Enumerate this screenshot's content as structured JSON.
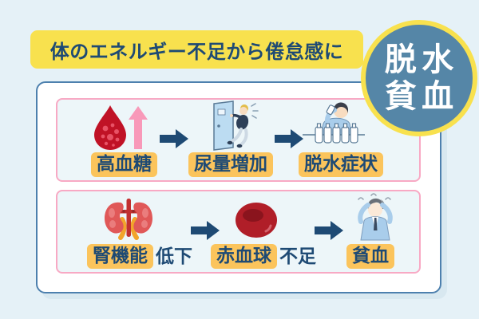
{
  "page": {
    "background_color": "#e5f1f7"
  },
  "title_banner": {
    "text": "体のエネルギー不足から倦怠感に",
    "bg_color": "#f8e14e",
    "text_color": "#1e4a74"
  },
  "badge": {
    "line1": "脱水",
    "line2": "貧血",
    "bg_color": "#5586a7",
    "border_color": "#f8e14e",
    "text_color": "#ffffff"
  },
  "rows": [
    {
      "name": "dehydration-flow",
      "steps": [
        {
          "icon": "blood-sugar-rise-icon",
          "label": "高血糖"
        },
        {
          "icon": "toilet-rush-door-icon",
          "label": "尿量増加"
        },
        {
          "icon": "drinking-water-icon",
          "label": "脱水症状"
        }
      ]
    },
    {
      "name": "anemia-flow",
      "steps": [
        {
          "icon": "kidneys-icon",
          "label": "腎機能",
          "suffix": "低下"
        },
        {
          "icon": "red-blood-cell-icon",
          "label": "赤血球",
          "suffix": "不足"
        },
        {
          "icon": "dizzy-person-icon",
          "label": "貧血"
        }
      ]
    }
  ],
  "colors": {
    "label_bg": "#fbc45c",
    "label_text": "#1e4a74",
    "flow_arrow": "#1e4a74",
    "row_border": "#f8a9c4",
    "row_bg": "#edf6f9",
    "container_border": "#4d80ae",
    "container_shadow": "#d8e8f0",
    "rise_arrow_pink": "#f899b9",
    "blood_red": "#c01226",
    "rbc_red": "#b01e28"
  }
}
